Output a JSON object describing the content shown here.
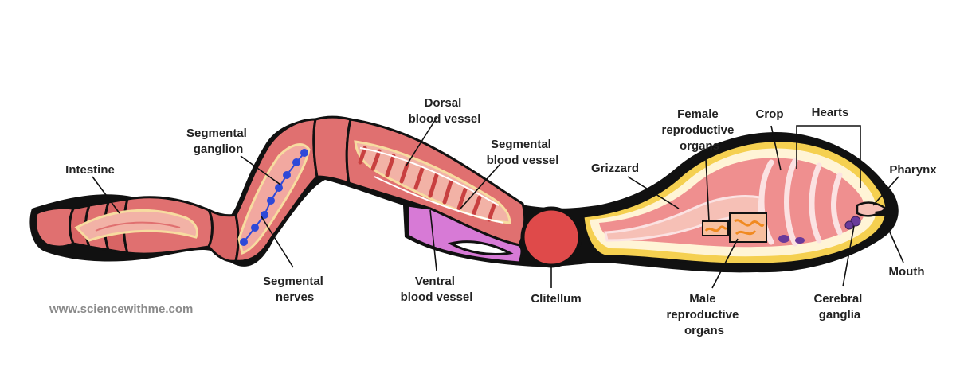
{
  "colors": {
    "outline": "#111111",
    "body": "#e07070",
    "body_dark": "#c85454",
    "intestine": "#f2b2a6",
    "intestine_border": "#f7dca0",
    "muscle": "#d04848",
    "clitellum": "#df4a4a",
    "vessel_pink": "#d77ad6",
    "nerve": "#2e49d8",
    "gland_orange": "#f08a20",
    "ganglia": "#6a3a9a",
    "yellow": "#f5d050",
    "label_text": "#222222"
  },
  "labels": {
    "intestine": "Intestine",
    "segmental_ganglion": [
      "Segmental",
      "ganglion"
    ],
    "segmental_nerves": [
      "Segmental",
      "nerves"
    ],
    "dorsal_blood_vessel": [
      "Dorsal",
      "blood vessel"
    ],
    "segmental_blood_vessel": [
      "Segmental",
      "blood vessel"
    ],
    "ventral_blood_vessel": [
      "Ventral",
      "blood vessel"
    ],
    "clitellum": "Clitellum",
    "grizzard": "Grizzard",
    "female_reproductive_organs": [
      "Female",
      "reproductive",
      "organs"
    ],
    "male_reproductive_organs": [
      "Male",
      "reproductive",
      "organs"
    ],
    "crop": "Crop",
    "hearts": "Hearts",
    "pharynx": "Pharynx",
    "mouth": "Mouth",
    "cerebral_ganglia": [
      "Cerebral",
      "ganglia"
    ]
  },
  "watermark": "www.sciencewithme.com"
}
